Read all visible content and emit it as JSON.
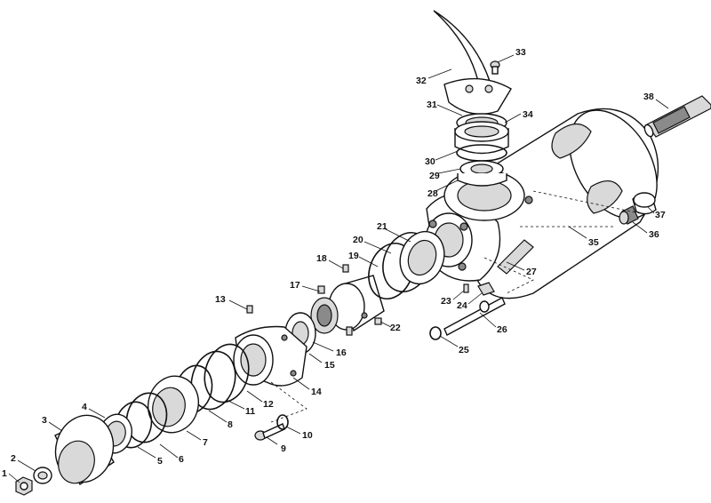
{
  "callouts": [
    {
      "id": "c1",
      "text": "1"
    },
    {
      "id": "c2",
      "text": "2"
    },
    {
      "id": "c3",
      "text": "3"
    },
    {
      "id": "c4",
      "text": "4"
    },
    {
      "id": "c5",
      "text": "5"
    },
    {
      "id": "c6",
      "text": "6"
    },
    {
      "id": "c7",
      "text": "7"
    },
    {
      "id": "c8",
      "text": "8"
    },
    {
      "id": "c9",
      "text": "9"
    },
    {
      "id": "c10",
      "text": "10"
    },
    {
      "id": "c11",
      "text": "11"
    },
    {
      "id": "c12",
      "text": "12"
    },
    {
      "id": "c13",
      "text": "13"
    },
    {
      "id": "c14",
      "text": "14"
    },
    {
      "id": "c15",
      "text": "15"
    },
    {
      "id": "c16",
      "text": "16"
    },
    {
      "id": "c17",
      "text": "17"
    },
    {
      "id": "c18",
      "text": "18"
    },
    {
      "id": "c19",
      "text": "19"
    },
    {
      "id": "c20",
      "text": "20"
    },
    {
      "id": "c21",
      "text": "21"
    },
    {
      "id": "c22",
      "text": "22"
    },
    {
      "id": "c23",
      "text": "23"
    },
    {
      "id": "c24",
      "text": "24"
    },
    {
      "id": "c25",
      "text": "25"
    },
    {
      "id": "c26",
      "text": "26"
    },
    {
      "id": "c27",
      "text": "27"
    },
    {
      "id": "c28",
      "text": "28"
    },
    {
      "id": "c29",
      "text": "29"
    },
    {
      "id": "c30",
      "text": "30"
    },
    {
      "id": "c31",
      "text": "31"
    },
    {
      "id": "c32",
      "text": "32"
    },
    {
      "id": "c33",
      "text": "33"
    },
    {
      "id": "c34",
      "text": "34"
    },
    {
      "id": "c35",
      "text": "35"
    },
    {
      "id": "c36",
      "text": "36"
    },
    {
      "id": "c37",
      "text": "37"
    },
    {
      "id": "c38",
      "text": "38"
    }
  ]
}
